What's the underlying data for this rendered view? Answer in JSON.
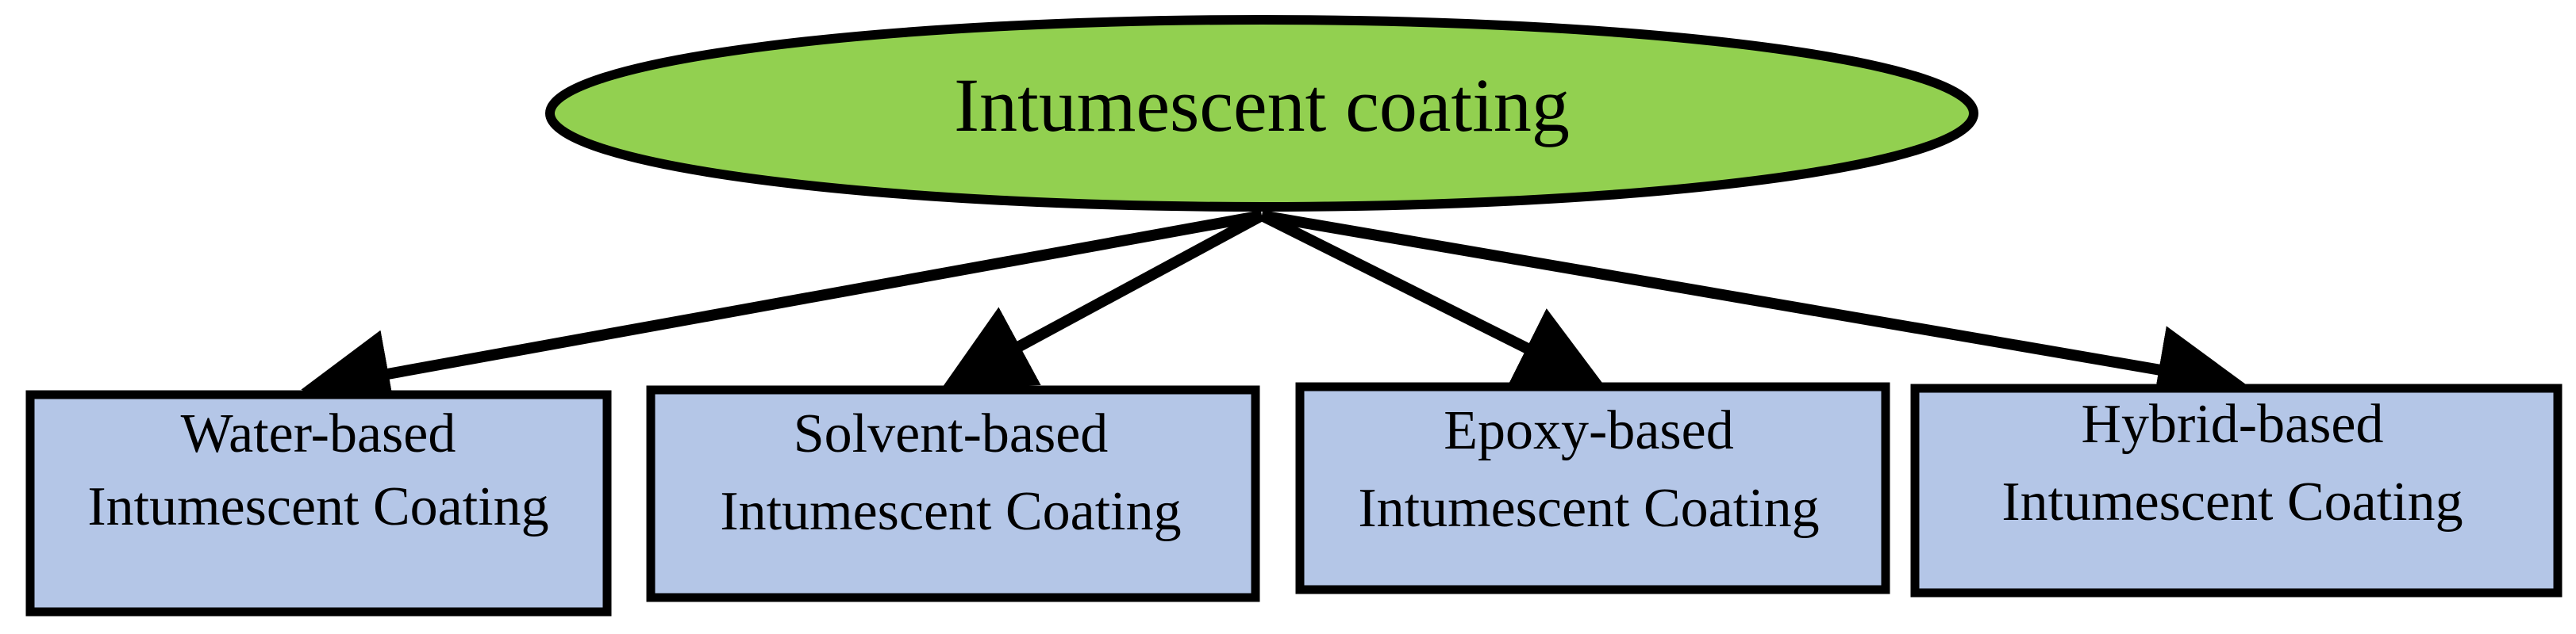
{
  "diagram": {
    "root": {
      "label": "Intumescent coating",
      "fill_color": "#92d050",
      "stroke_color": "#000000"
    },
    "children": [
      {
        "line1": "Water-based",
        "line2": "Intumescent Coating"
      },
      {
        "line1": "Solvent-based",
        "line2": "Intumescent Coating"
      },
      {
        "line1": "Epoxy-based",
        "line2": "Intumescent Coating"
      },
      {
        "line1": "Hybrid-based",
        "line2": "Intumescent Coating"
      }
    ],
    "child_fill_color": "#b4c6e7",
    "arrow_color": "#000000"
  }
}
